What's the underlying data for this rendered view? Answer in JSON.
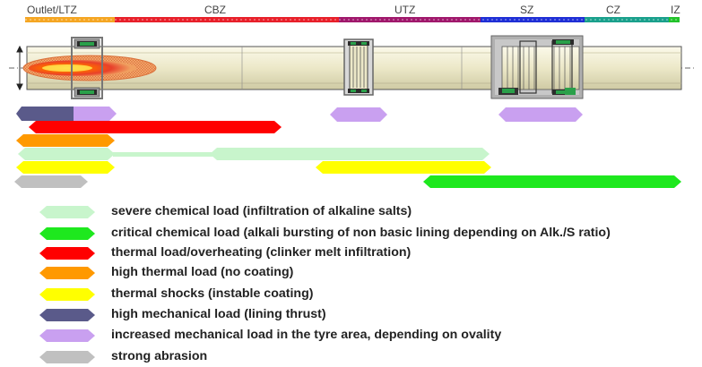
{
  "zones": [
    {
      "label": "Outlet/LTZ",
      "color": "#f5a623"
    },
    {
      "label": "CBZ",
      "color": "#e8202a"
    },
    {
      "label": "UTZ",
      "color": "#a0186c"
    },
    {
      "label": "SZ",
      "color": "#1f2fd6"
    },
    {
      "label": "CZ",
      "color": "#1aa08c"
    },
    {
      "label": "IZ",
      "color": "#22c22a"
    }
  ],
  "legend": [
    {
      "label": "severe chemical load (infiltration of alkaline salts)",
      "color": "#c8f5cc"
    },
    {
      "label": "critical chemical load (alkali bursting of non basic lining depending on Alk./S ratio)",
      "color": "#1ee81e"
    },
    {
      "label": "thermal load/overheating (clinker melt infiltration)",
      "color": "#ff0000"
    },
    {
      "label": "high thermal load (no coating)",
      "color": "#ff9900"
    },
    {
      "label": "thermal shocks (instable coating)",
      "color": "#ffff00"
    },
    {
      "label": "high mechanical load (lining thrust)",
      "color": "#5a5a8a"
    },
    {
      "label": "increased mechanical load in the tyre area, depending on ovality",
      "color": "#c9a0f0"
    },
    {
      "label": "strong abrasion",
      "color": "#c0c0c0"
    }
  ],
  "colors": {
    "kiln_shell": "#f4f1d8",
    "tyre_frame": "#9a9a9a",
    "flame_outer": "#e8913a",
    "flame_inner": "#ff2a00"
  }
}
